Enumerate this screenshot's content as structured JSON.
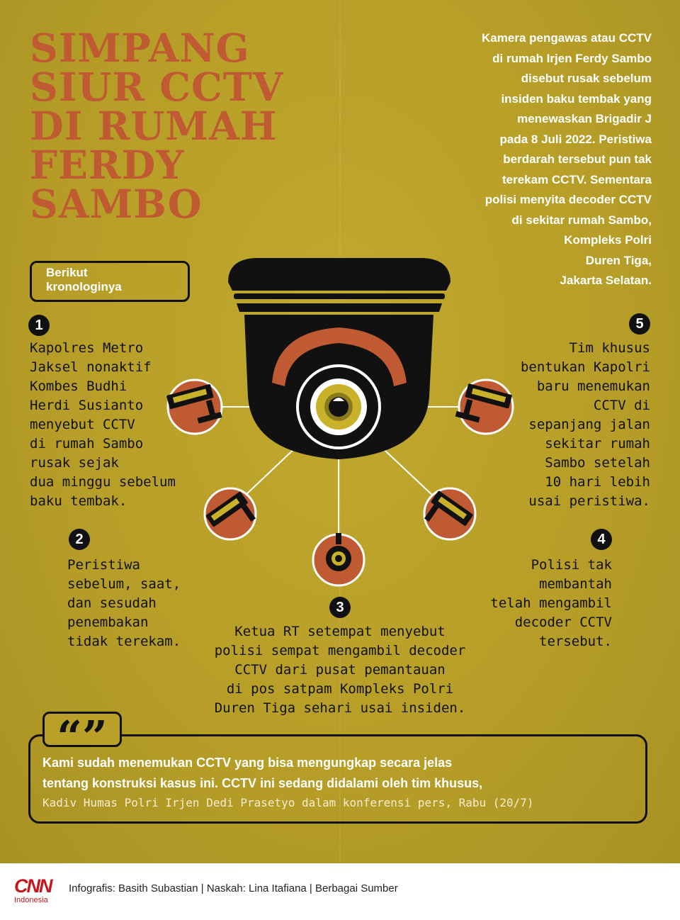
{
  "title": {
    "lines": [
      "SIMPANG",
      "SIUR CCTV",
      "DI RUMAH",
      "FERDY",
      "SAMBO"
    ]
  },
  "intro": {
    "lines": [
      "Kamera pengawas atau CCTV",
      "di rumah Irjen Ferdy Sambo",
      "disebut rusak sebelum",
      "insiden baku tembak yang",
      "menewaskan Brigadir J",
      "pada 8 Juli 2022. Peristiwa",
      "berdarah tersebut pun tak",
      "terekam CCTV. Sementara",
      "polisi menyita decoder CCTV",
      "di sekitar rumah Sambo,",
      "Kompleks Polri",
      "Duren Tiga,",
      "Jakarta Selatan."
    ]
  },
  "berikut": {
    "lines": [
      "Berikut",
      "kronologinya"
    ]
  },
  "steps": [
    {
      "num": "1",
      "lines": [
        "Kapolres Metro",
        "Jaksel nonaktif",
        "Kombes Budhi",
        "Herdi Susianto",
        "menyebut CCTV",
        "di rumah Sambo",
        "rusak sejak",
        "dua minggu sebelum",
        "baku tembak."
      ]
    },
    {
      "num": "2",
      "lines": [
        "Peristiwa",
        "sebelum, saat,",
        "dan sesudah",
        "penembakan",
        "tidak terekam."
      ]
    },
    {
      "num": "3",
      "lines": [
        "Ketua RT setempat menyebut",
        "polisi sempat mengambil decoder",
        "CCTV dari pusat pemantauan",
        "di pos satpam Kompleks Polri",
        "Duren Tiga sehari usai insiden."
      ]
    },
    {
      "num": "4",
      "lines": [
        "Polisi tak",
        "membantah",
        "telah mengambil",
        "decoder CCTV",
        "tersebut."
      ]
    },
    {
      "num": "5",
      "lines": [
        "Tim khusus",
        "bentukan Kapolri",
        "baru menemukan",
        "CCTV di",
        "sepanjang jalan",
        "sekitar rumah",
        "Sambo setelah",
        "10 hari lebih",
        "usai peristiwa."
      ]
    }
  ],
  "quote": {
    "mark": "“”",
    "lines": [
      "Kami sudah menemukan CCTV yang bisa mengungkap secara jelas",
      "tentang konstruksi kasus ini. CCTV ini sedang didalami oleh tim khusus,"
    ],
    "source": "Kadiv Humas Polri Irjen Dedi Prasetyo dalam konferensi pers, Rabu (20/7)"
  },
  "footer": {
    "logo_word": "CNN",
    "logo_sub": "Indonesia",
    "credit": "Infografis: Basith Subastian | Naskah: Lina Itafiana | Berbagai Sumber"
  },
  "colors": {
    "background": "#b8a029",
    "title": "#c05a33",
    "accent_orange": "#c05a33",
    "dark": "#111111",
    "logo_red": "#c4161c"
  }
}
